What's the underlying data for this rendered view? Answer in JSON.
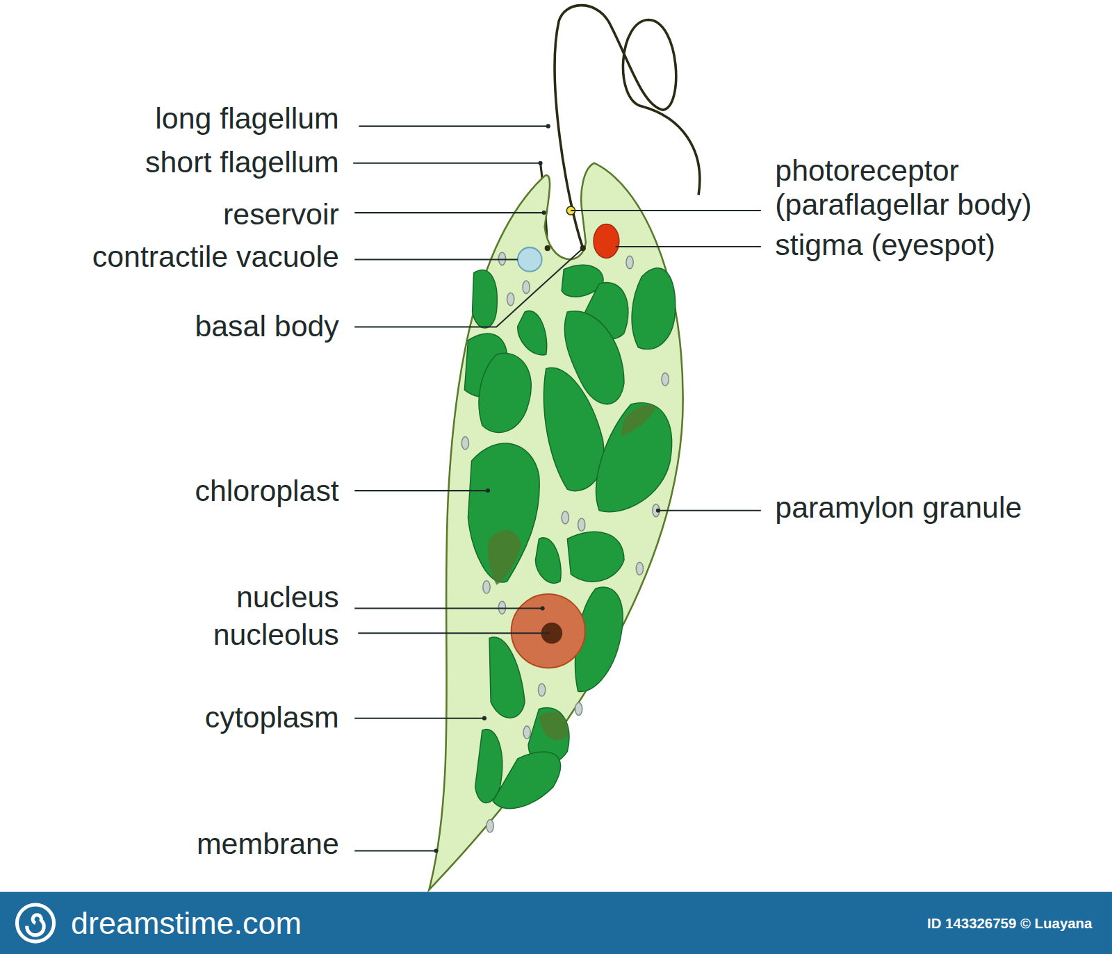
{
  "diagram": {
    "labels": [
      "long flagellum",
      "short flagellum",
      "reservoir",
      "contractile vacuole",
      "basal body",
      "chloroplast",
      "nucleus",
      "nucleolus",
      "cytoplasm",
      "membrane",
      "photoreceptor (paraflagellar body)",
      "stigma (eyespot)",
      "paramylon granule",
      "dreamstime.com",
      "ID 143326759 © Luayana"
    ]
  }
}
